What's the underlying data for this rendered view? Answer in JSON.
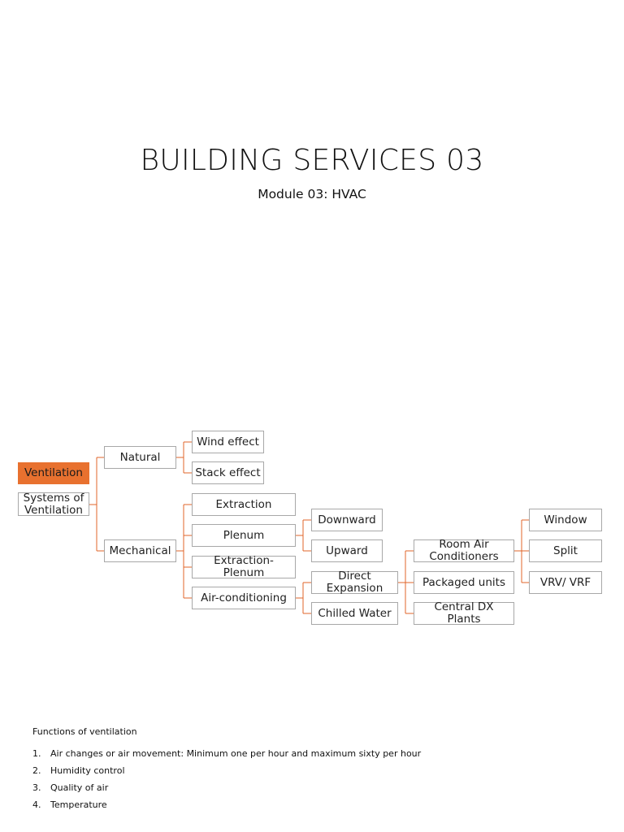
{
  "header": {
    "title": "BUILDING SERVICES 03",
    "subtitle": "Module 03: HVAC"
  },
  "diagram": {
    "connector_color": "#e0642a",
    "highlight_color": "#e8712f",
    "nodes": {
      "ventilation": "Ventilation",
      "systems": "Systems of\nVentilation",
      "natural": "Natural",
      "mechanical": "Mechanical",
      "wind_effect": "Wind effect",
      "stack_effect": "Stack effect",
      "extraction": "Extraction",
      "plenum": "Plenum",
      "extraction_plenum": "Extraction- Plenum",
      "air_conditioning": "Air-conditioning",
      "downward": "Downward",
      "upward": "Upward",
      "direct_expansion": "Direct\nExpansion",
      "chilled_water": "Chilled Water",
      "room_ac": "Room Air\nConditioners",
      "packaged_units": "Packaged units",
      "central_dx": "Central DX Plants",
      "window": "Window",
      "split": "Split",
      "vrv_vrf": "VRV/ VRF"
    }
  },
  "functions": {
    "heading": "Functions of ventilation",
    "items": [
      {
        "num": "1.",
        "text": "Air changes or air movement: Minimum one per hour and maximum sixty per hour"
      },
      {
        "num": "2.",
        "text": "Humidity control"
      },
      {
        "num": "3.",
        "text": "Quality of air"
      },
      {
        "num": "4.",
        "text": "Temperature"
      }
    ]
  }
}
